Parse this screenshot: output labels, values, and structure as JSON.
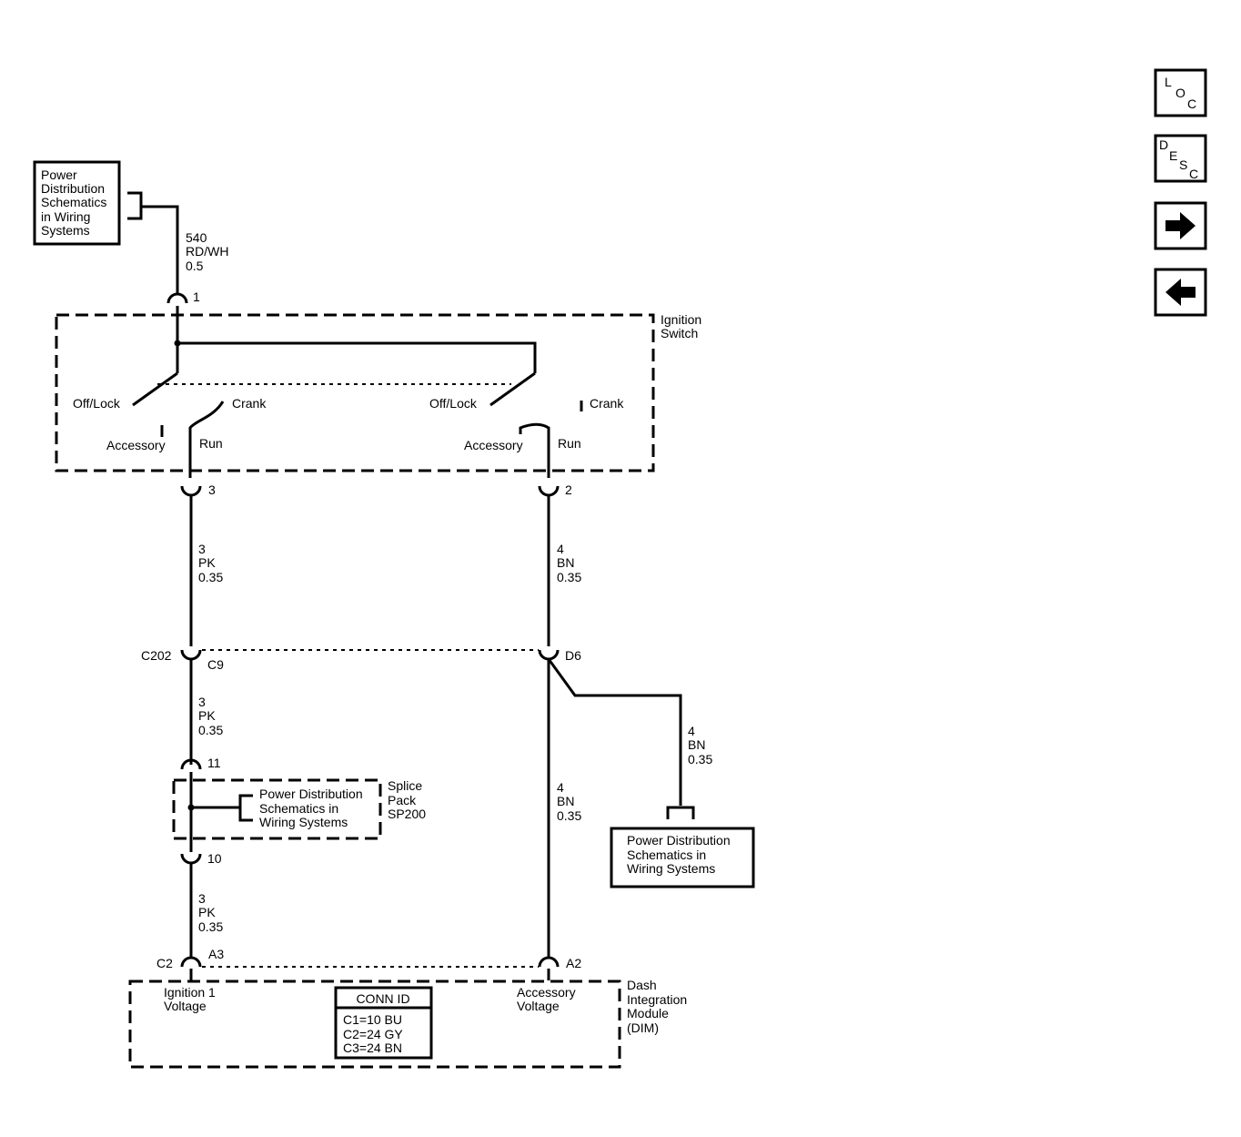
{
  "power_top": {
    "lines": [
      "Power",
      "Distribution",
      "Schematics",
      "in Wiring",
      "Systems"
    ]
  },
  "wire_top": {
    "circuit": "540",
    "color": "RD/WH",
    "gauge": "0.5"
  },
  "pin_top": "1",
  "ignition_switch": {
    "title": [
      "Ignition",
      "Switch"
    ],
    "left": {
      "off_lock": "Off/Lock",
      "crank": "Crank",
      "accessory": "Accessory",
      "run": "Run"
    },
    "right": {
      "off_lock": "Off/Lock",
      "crank": "Crank",
      "accessory": "Accessory",
      "run": "Run"
    },
    "pin_left": "3",
    "pin_right": "2"
  },
  "wire_left_1": {
    "circuit": "3",
    "color": "PK",
    "gauge": "0.35"
  },
  "wire_right_1": {
    "circuit": "4",
    "color": "BN",
    "gauge": "0.35"
  },
  "c202": {
    "name": "C202",
    "pin_left": "C9",
    "pin_right": "D6"
  },
  "wire_left_2": {
    "circuit": "3",
    "color": "PK",
    "gauge": "0.35"
  },
  "wire_branch": {
    "circuit": "4",
    "color": "BN",
    "gauge": "0.35"
  },
  "wire_right_2": {
    "circuit": "4",
    "color": "BN",
    "gauge": "0.35"
  },
  "splice": {
    "pin_in": "11",
    "pin_out": "10",
    "ref_lines": [
      "Power Distribution",
      "Schematics in",
      "Wiring Systems"
    ],
    "title": [
      "Splice",
      "Pack",
      "SP200"
    ]
  },
  "power_right": {
    "lines": [
      "Power Distribution",
      "Schematics in",
      "Wiring Systems"
    ]
  },
  "wire_left_3": {
    "circuit": "3",
    "color": "PK",
    "gauge": "0.35"
  },
  "dim": {
    "left_conn": "C2",
    "left_pin": "A3",
    "right_pin": "A2",
    "left_label": [
      "Ignition 1",
      "Voltage"
    ],
    "right_label": [
      "Accessory",
      "Voltage"
    ],
    "title": [
      "Dash",
      "Integration",
      "Module",
      "(DIM)"
    ],
    "conn_id": {
      "header": "CONN ID",
      "rows": [
        "C1=10 BU",
        "C2=24 GY",
        "C3=24 BN"
      ]
    }
  },
  "nav": {
    "loc": [
      "L",
      "O",
      "C"
    ],
    "desc": [
      "D",
      "E",
      "S",
      "C"
    ],
    "forward_icon": "arrow-right-icon",
    "back_icon": "arrow-left-icon"
  }
}
